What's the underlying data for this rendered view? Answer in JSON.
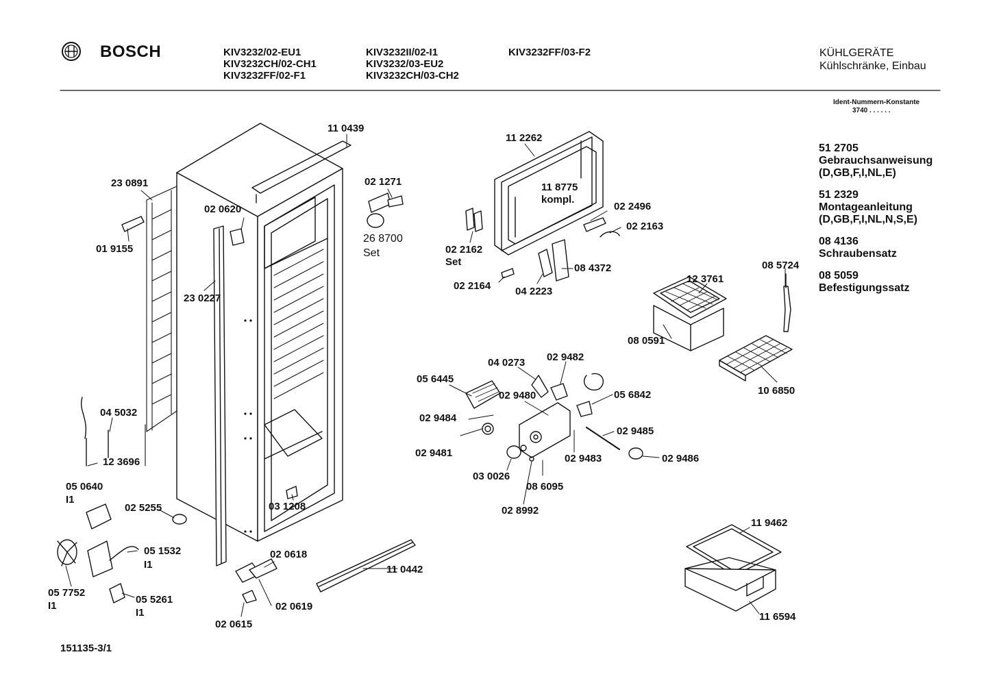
{
  "header": {
    "brand": "BOSCH",
    "models_col1": [
      "KIV3232/02-EU1",
      "KIV3232CH/02-CH1",
      "KIV3232FF/02-F1"
    ],
    "models_col2": [
      "KIV3232II/02-I1",
      "KIV3232/03-EU2",
      "KIV3232CH/03-CH2"
    ],
    "models_col3": [
      "KIV3232FF/03-F2"
    ],
    "category_title": "KÜHLGERÄTE",
    "category_subtitle": "Kühlschränke, Einbau",
    "ident_label": "Ident-Nummern-Konstante",
    "ident_value": "3740  . .  . . . ."
  },
  "documents": [
    {
      "number": "51 2705",
      "title": "Gebrauchsanweisung",
      "langs": "(D,GB,F,I,NL,E)"
    },
    {
      "number": "51 2329",
      "title": "Montageanleitung",
      "langs": "(D,GB,F,I,NL,N,S,E)"
    },
    {
      "number": "08 4136",
      "title": "Schraubensatz",
      "langs": ""
    },
    {
      "number": "08 5059",
      "title": "Befestigungssatz",
      "langs": ""
    }
  ],
  "parts": [
    {
      "id": "p110439",
      "text": "11 0439"
    },
    {
      "id": "p230891",
      "text": "23 0891"
    },
    {
      "id": "p020620",
      "text": "02 0620"
    },
    {
      "id": "p021271",
      "text": "02 1271"
    },
    {
      "id": "p019155",
      "text": "01 9155"
    },
    {
      "id": "p268700",
      "text": "26 8700"
    },
    {
      "id": "p268700set",
      "text": "Set"
    },
    {
      "id": "p230227",
      "text": "23 0227"
    },
    {
      "id": "p112262",
      "text": "11 2262"
    },
    {
      "id": "p118775",
      "text": "11 8775"
    },
    {
      "id": "p118775k",
      "text": "kompl."
    },
    {
      "id": "p022496",
      "text": "02 2496"
    },
    {
      "id": "p022163",
      "text": "02 2163"
    },
    {
      "id": "p022162",
      "text": "02 2162"
    },
    {
      "id": "p022162set",
      "text": "Set"
    },
    {
      "id": "p084372",
      "text": "08 4372"
    },
    {
      "id": "p022164",
      "text": "02 2164"
    },
    {
      "id": "p042223",
      "text": "04 2223"
    },
    {
      "id": "p123761",
      "text": "12 3761"
    },
    {
      "id": "p085724",
      "text": "08 5724"
    },
    {
      "id": "p080591",
      "text": "08 0591"
    },
    {
      "id": "p106850",
      "text": "10 6850"
    },
    {
      "id": "p040273",
      "text": "04 0273"
    },
    {
      "id": "p029482",
      "text": "02 9482"
    },
    {
      "id": "p056445",
      "text": "05 6445"
    },
    {
      "id": "p029480",
      "text": "02 9480"
    },
    {
      "id": "p056842",
      "text": "05 6842"
    },
    {
      "id": "p029484",
      "text": "02 9484"
    },
    {
      "id": "p029485",
      "text": "02 9485"
    },
    {
      "id": "p029481",
      "text": "02 9481"
    },
    {
      "id": "p029483",
      "text": "02 9483"
    },
    {
      "id": "p029486",
      "text": "02 9486"
    },
    {
      "id": "p030026",
      "text": "03 0026"
    },
    {
      "id": "p086095",
      "text": "08 6095"
    },
    {
      "id": "p028992",
      "text": "02 8992"
    },
    {
      "id": "p045032",
      "text": "04 5032"
    },
    {
      "id": "p123696",
      "text": "12 3696"
    },
    {
      "id": "p050640",
      "text": "05 0640"
    },
    {
      "id": "p050640i",
      "text": "I1"
    },
    {
      "id": "p025255",
      "text": "02 5255"
    },
    {
      "id": "p031208",
      "text": "03 1208"
    },
    {
      "id": "p051532",
      "text": "05 1532"
    },
    {
      "id": "p051532i",
      "text": "I1"
    },
    {
      "id": "p020618",
      "text": "02 0618"
    },
    {
      "id": "p110442",
      "text": "11 0442"
    },
    {
      "id": "p057752",
      "text": "05 7752"
    },
    {
      "id": "p057752i",
      "text": "I1"
    },
    {
      "id": "p055261",
      "text": "05 5261"
    },
    {
      "id": "p055261i",
      "text": "I1"
    },
    {
      "id": "p020619",
      "text": "02 0619"
    },
    {
      "id": "p020615",
      "text": "02 0615"
    },
    {
      "id": "p119462",
      "text": "11 9462"
    },
    {
      "id": "p116594",
      "text": "11 6594"
    }
  ],
  "footer": {
    "drawing_number": "151135-3/1"
  }
}
